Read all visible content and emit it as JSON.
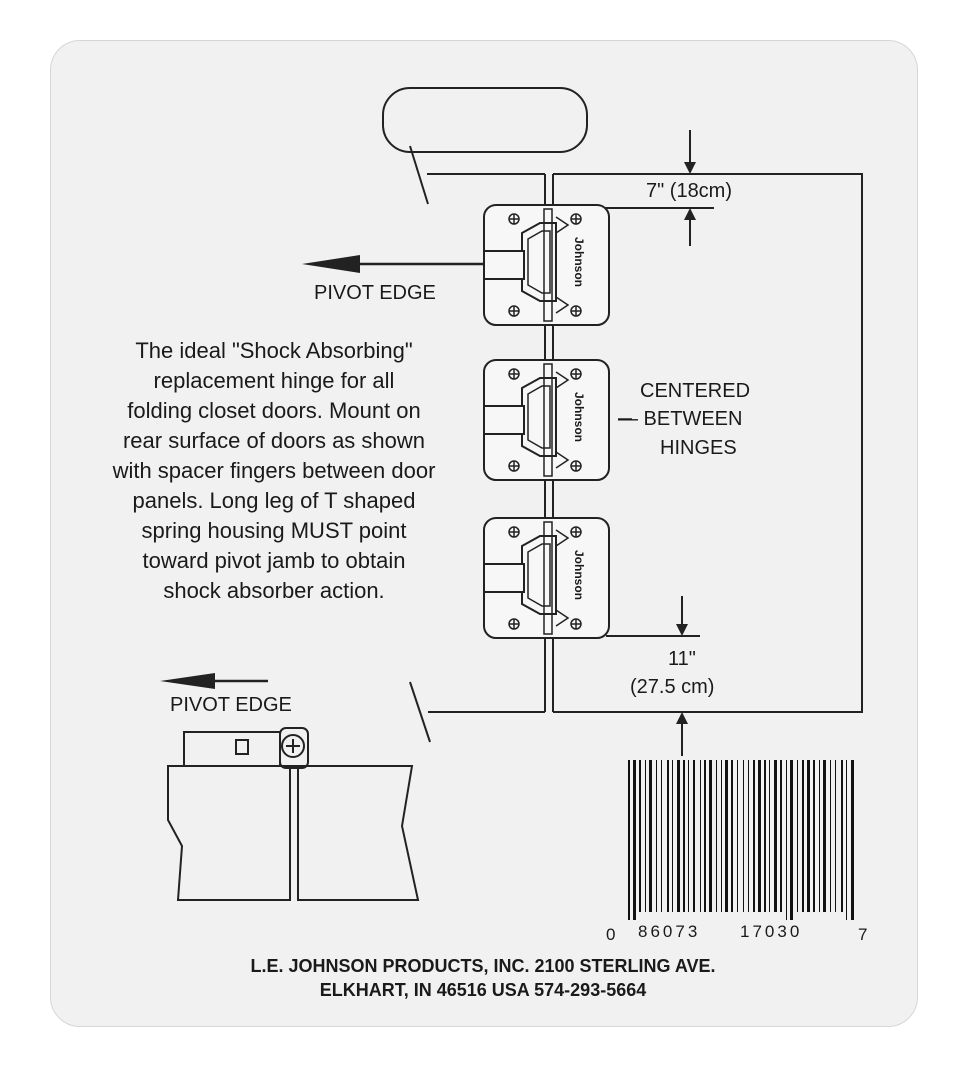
{
  "hinge_brand": "Johnson",
  "labels": {
    "top_dimension": "7\" (18cm)",
    "pivot_edge_top": "PIVOT EDGE",
    "centered": [
      "CENTERED",
      "— BETWEEN",
      "HINGES"
    ],
    "bottom_dimension": [
      "11\"",
      "(27.5 cm)"
    ],
    "pivot_edge_bottom": "PIVOT EDGE"
  },
  "description": [
    "The ideal \"Shock Absorbing\"",
    "replacement hinge for all",
    "folding closet doors. Mount on",
    "rear surface of doors as shown",
    "with spacer fingers between door",
    "panels. Long leg of T shaped",
    "spring housing MUST point",
    "toward pivot jamb to obtain",
    "shock absorber action."
  ],
  "barcode": {
    "left_digit": "0",
    "group1": "86073",
    "group2": "17030",
    "right_digit": "7"
  },
  "address": [
    "L.E. JOHNSON PRODUCTS, INC. 2100 STERLING AVE.",
    "ELKHART, IN 46516 USA 574-293-5664"
  ]
}
